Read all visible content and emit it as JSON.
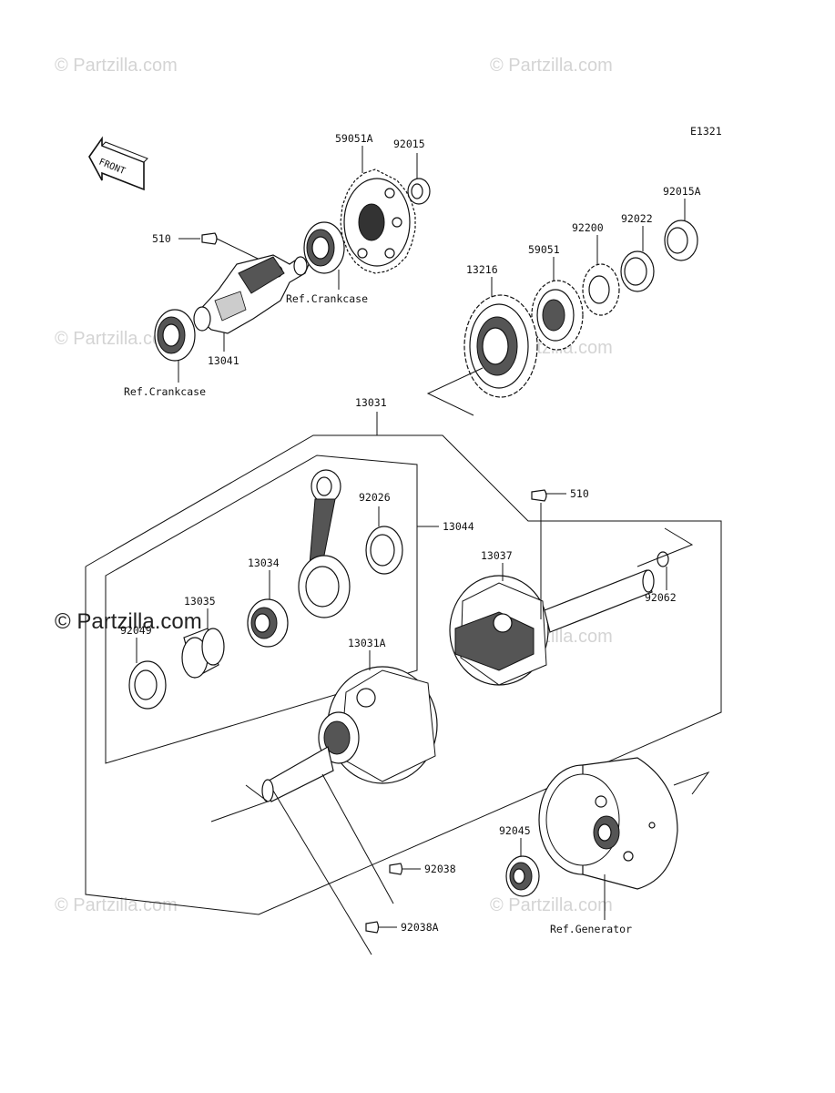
{
  "diagram_code": "E1321",
  "front_label": "FRONT",
  "watermark_text": "© Partzilla.com",
  "refs": {
    "crankcase_upper": "Ref.Crankcase",
    "crankcase_lower": "Ref.Crankcase",
    "generator": "Ref.Generator"
  },
  "part_labels": {
    "p59051A": "59051A",
    "p92015": "92015",
    "p92015A": "92015A",
    "p92022": "92022",
    "p92200": "92200",
    "p59051": "59051",
    "p13216": "13216",
    "p510_top": "510",
    "p13041": "13041",
    "p13031": "13031",
    "p510_mid": "510",
    "p92026": "92026",
    "p13044": "13044",
    "p13034": "13034",
    "p13037": "13037",
    "p92062": "92062",
    "p13035": "13035",
    "p92049": "92049",
    "p13031A": "13031A",
    "p92045": "92045",
    "p92038": "92038",
    "p92038A": "92038A"
  },
  "colors": {
    "line": "#111111",
    "watermark": "#d4d4d4"
  }
}
